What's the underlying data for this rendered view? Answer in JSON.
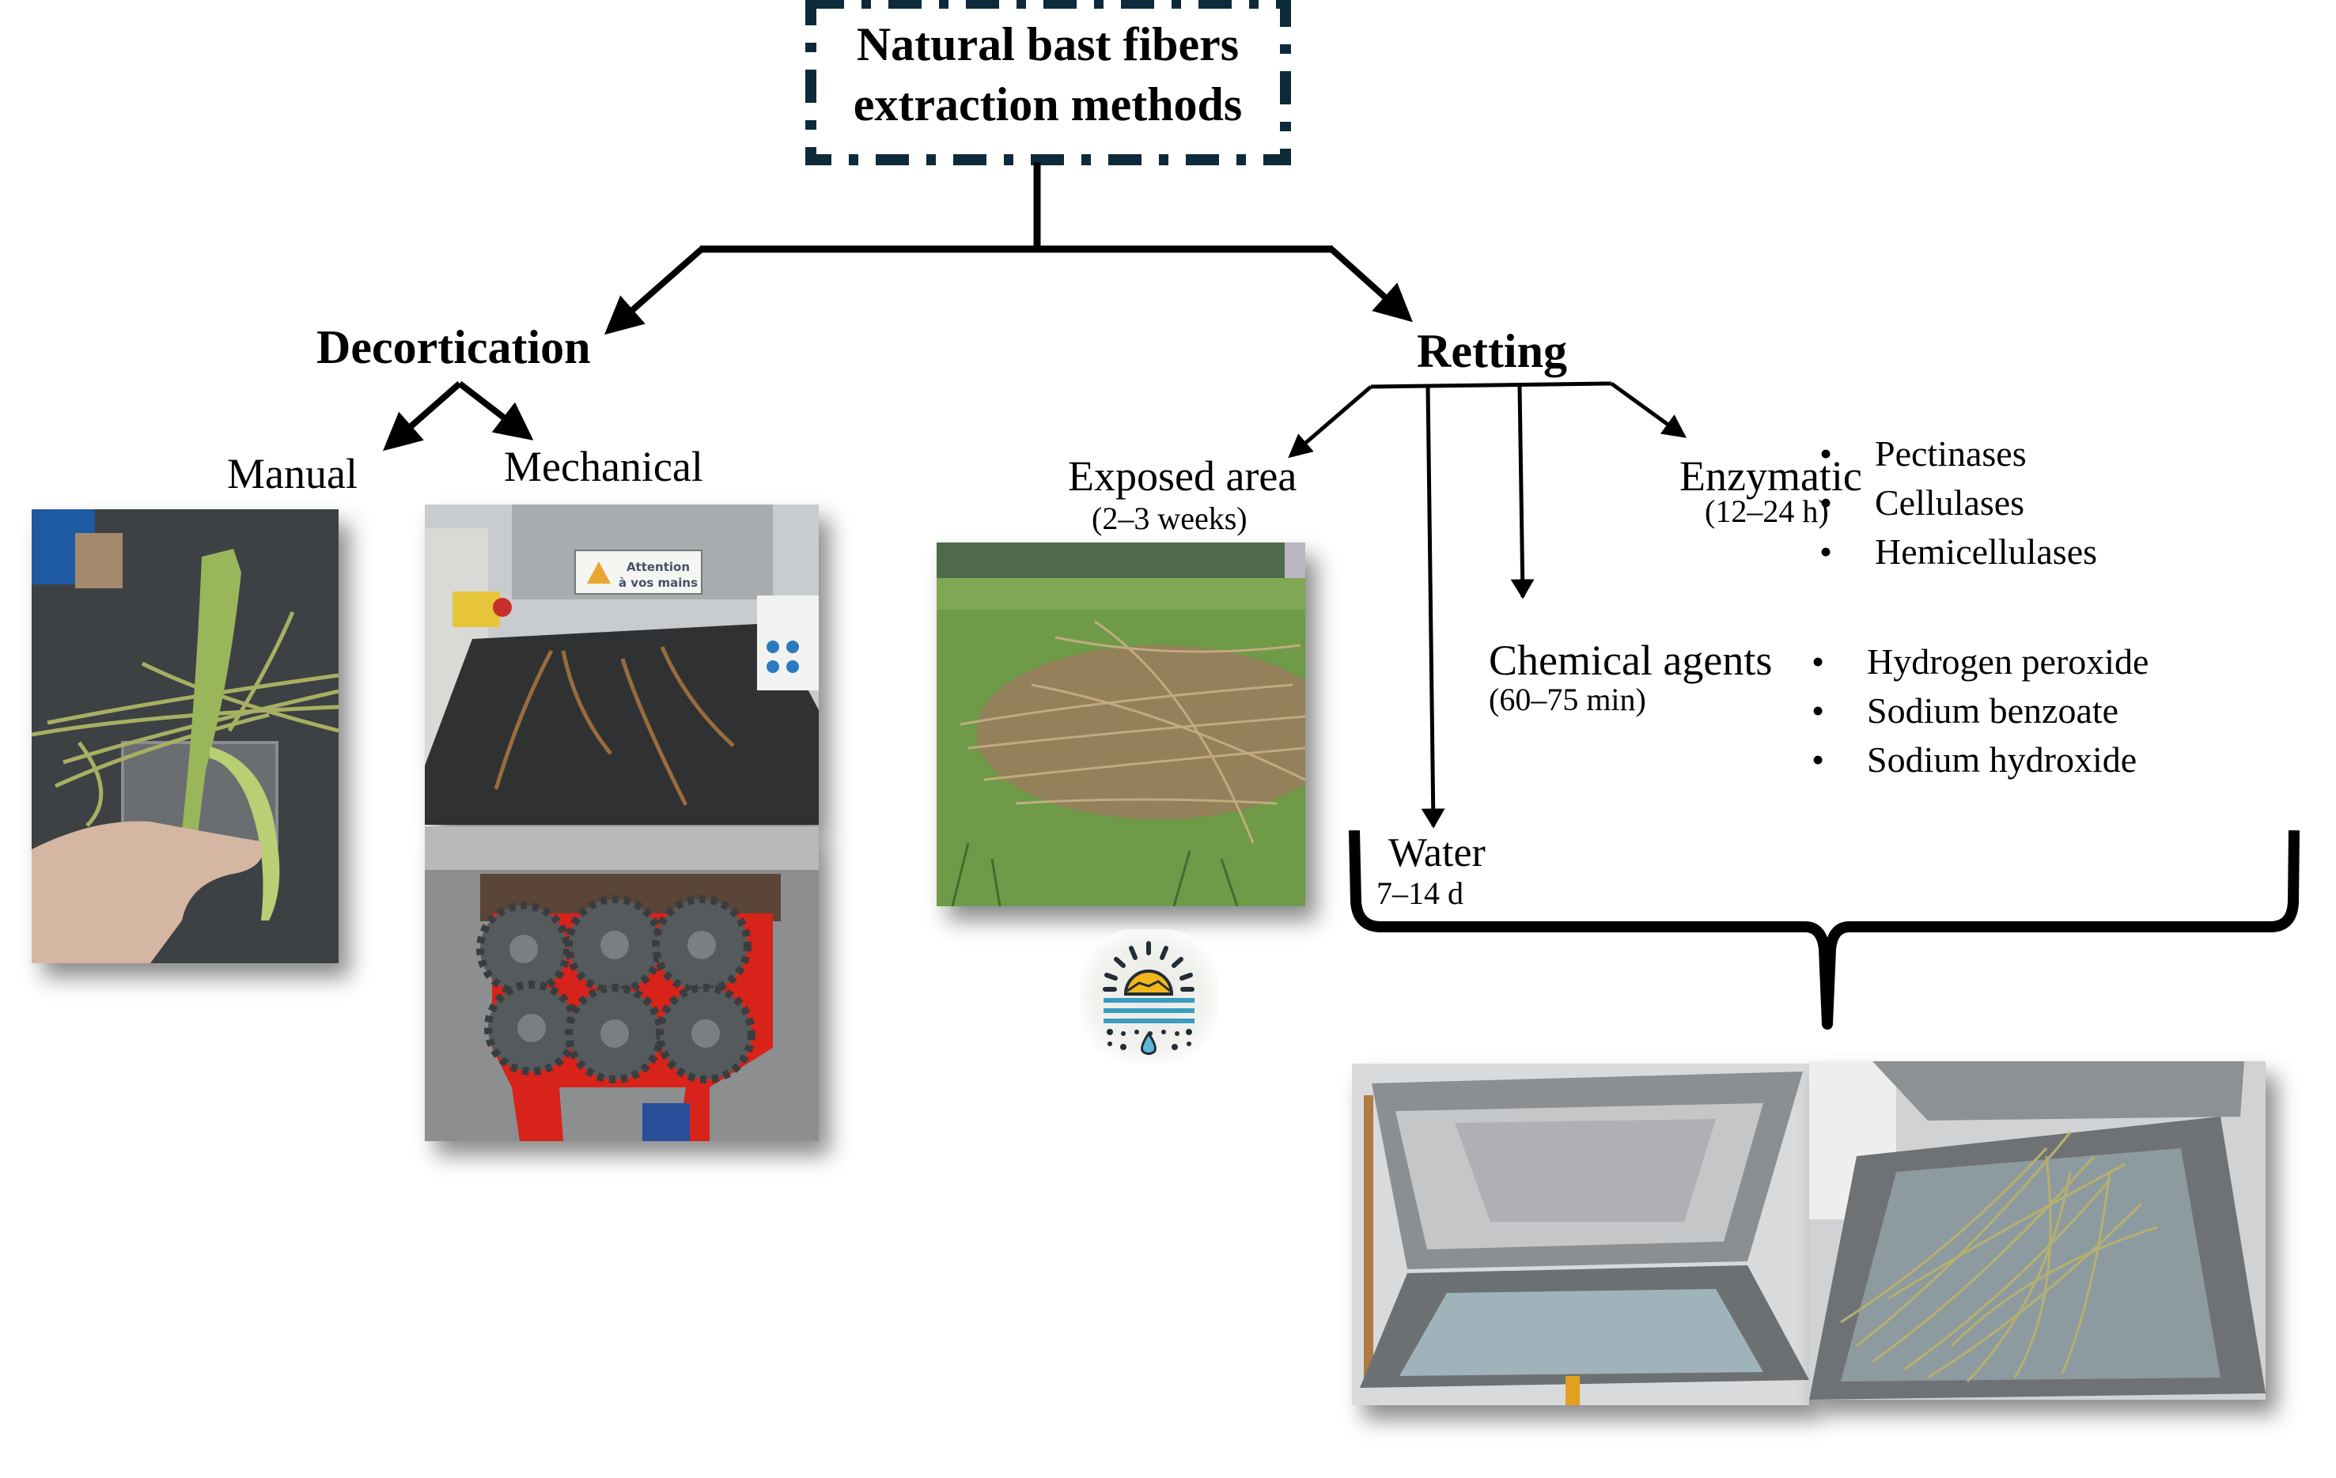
{
  "title": {
    "line1": "Natural bast fibers",
    "line2": "extraction methods"
  },
  "decortication": {
    "label": "Decortication",
    "manual": {
      "label": "Manual"
    },
    "mechanical": {
      "label": "Mechanical",
      "sign_line1": "Attention",
      "sign_line2": "à vos mains"
    }
  },
  "retting": {
    "label": "Retting",
    "exposed_area": {
      "label": "Exposed area",
      "duration": "(2–3 weeks)"
    },
    "enzymatic": {
      "label": "Enzymatic",
      "duration": "(12–24 h)",
      "agents": [
        "Pectinases",
        "Cellulases",
        "Hemicellulases"
      ]
    },
    "chemical": {
      "label": "Chemical agents",
      "duration": "(60–75 min)",
      "agents": [
        "Hydrogen peroxide",
        "Sodium benzoate",
        "Sodium hydroxide"
      ]
    },
    "water": {
      "label": "Water",
      "duration": "7–14 d"
    }
  },
  "icons": {
    "sun_water": "sun-over-water-with-droplet-icon"
  },
  "colors": {
    "box_border": "#0d2a3b",
    "line": "#000000",
    "sun": "#f3b71c",
    "water": "#3a9cc0",
    "grass": "#6f9a47",
    "stalk": "#9ab65a",
    "gear_frame": "#d8231a"
  }
}
